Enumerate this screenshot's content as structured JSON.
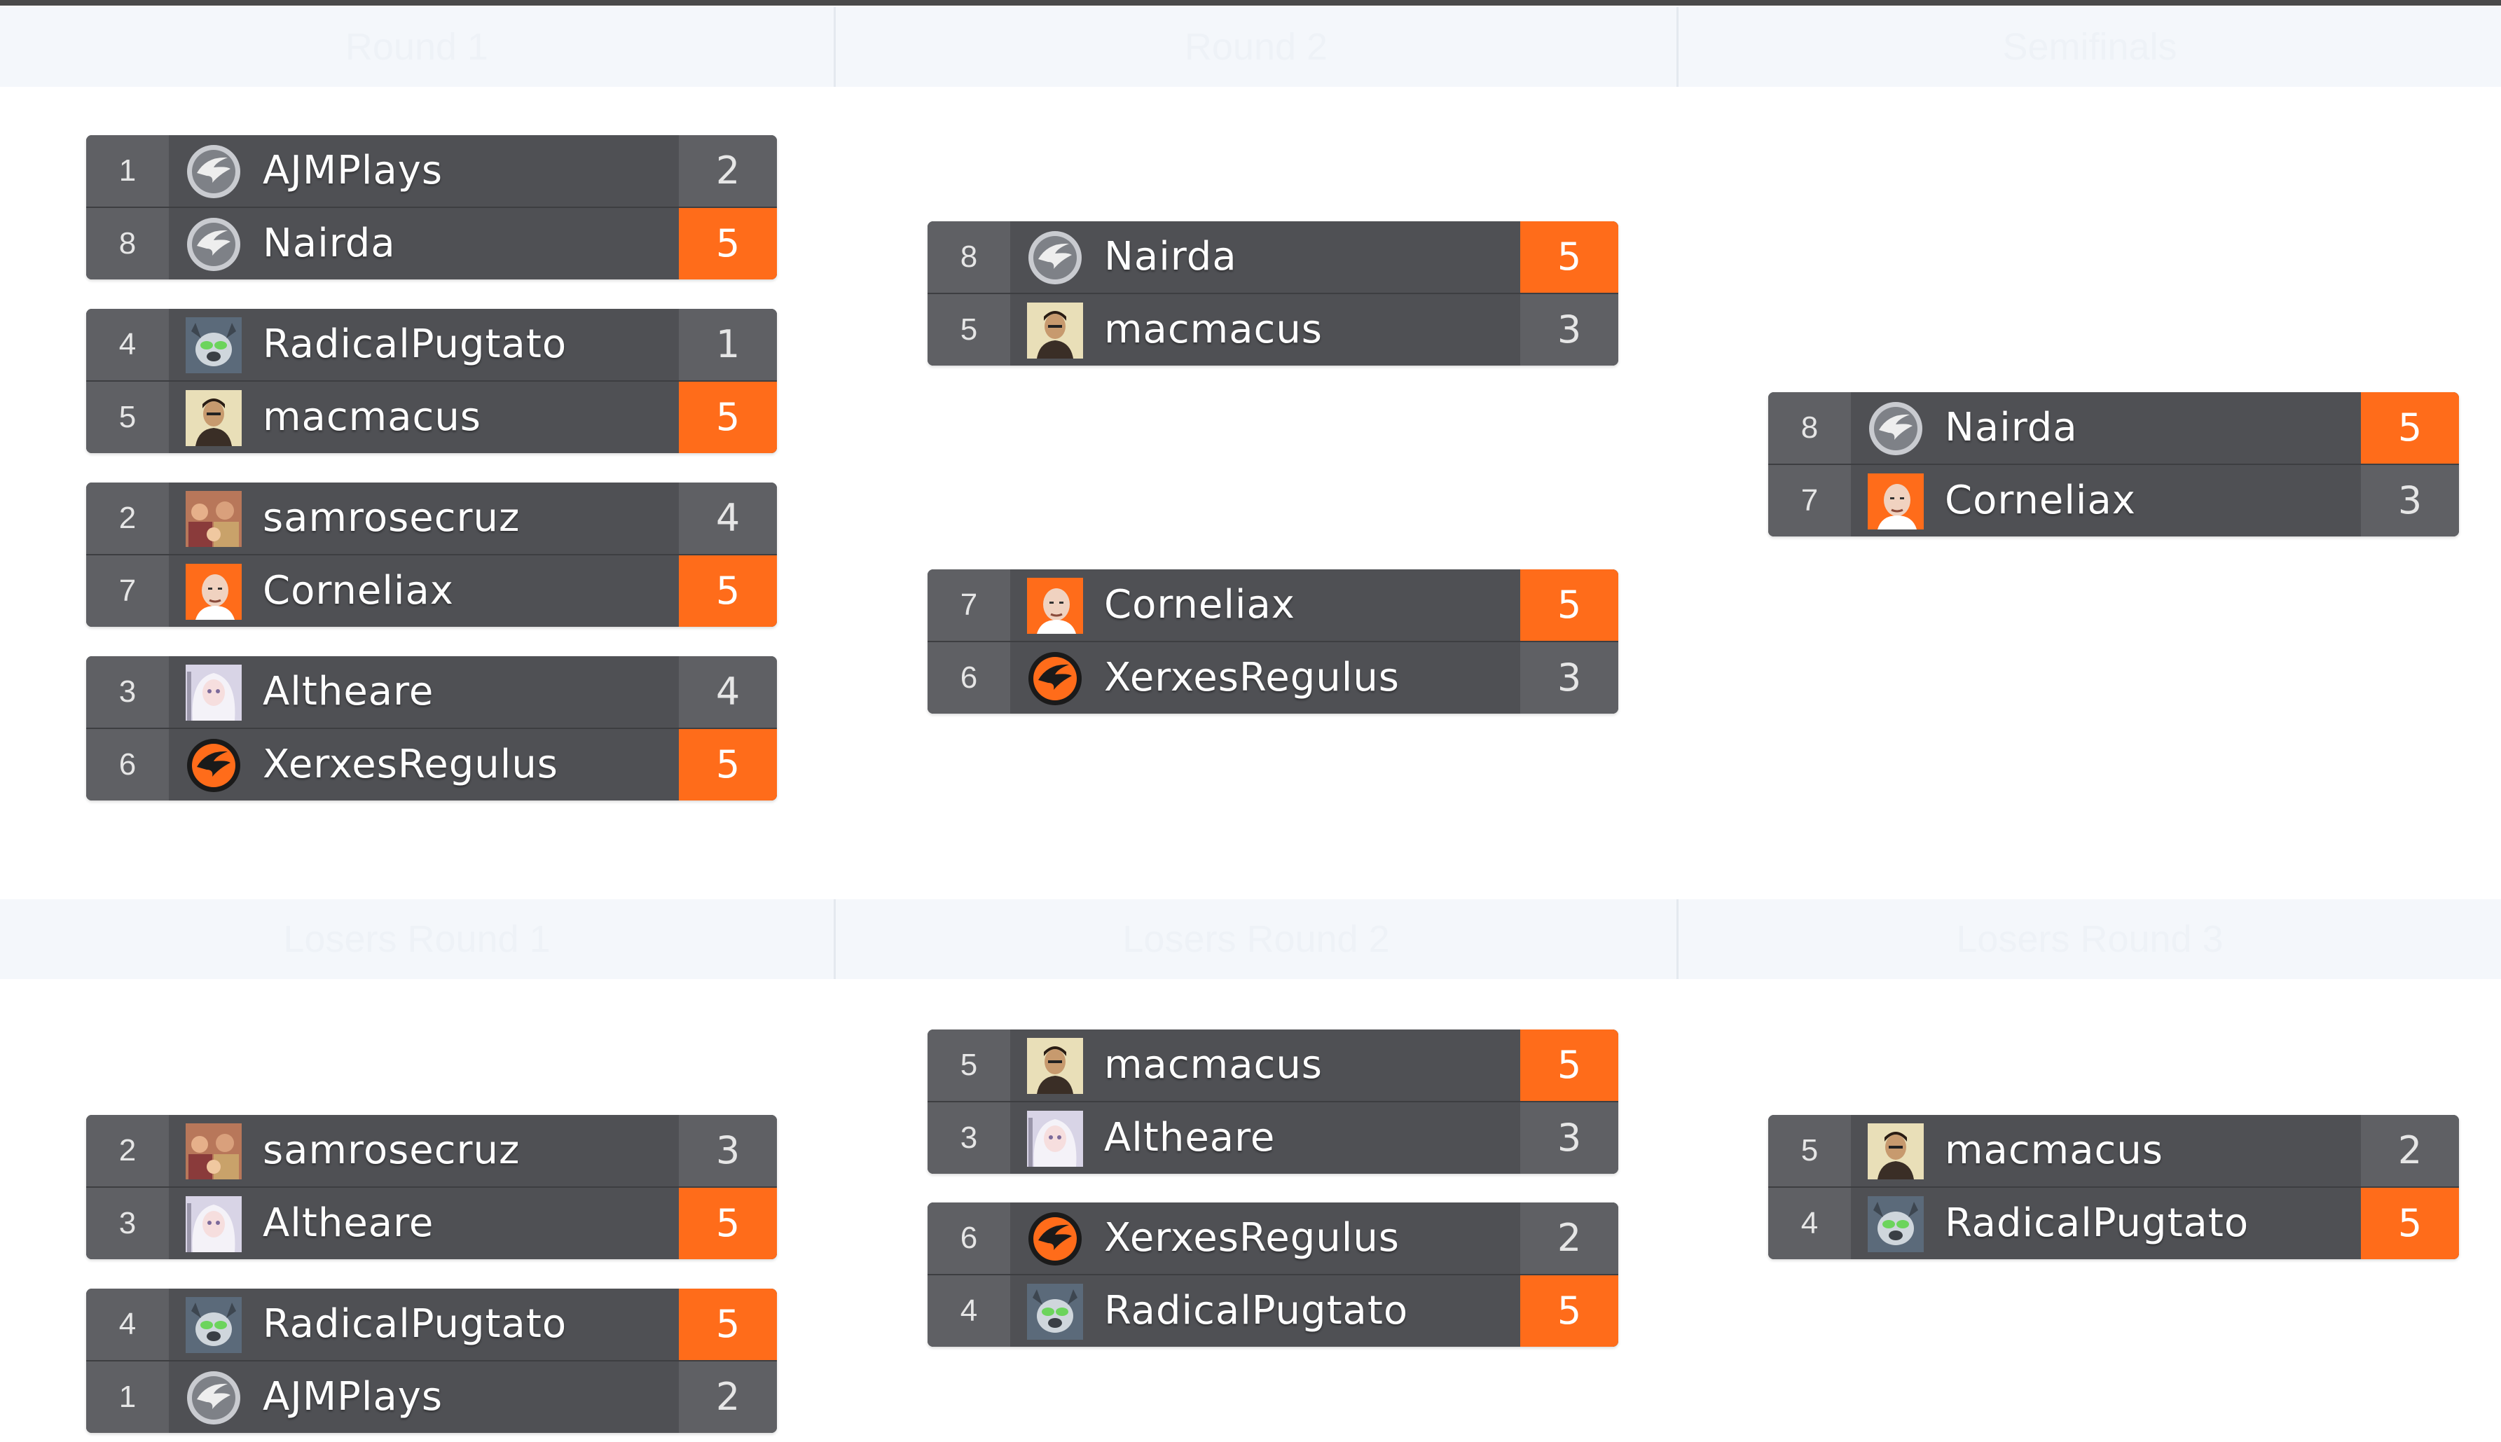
{
  "colors": {
    "win_score_bg": "#ff6c1a",
    "row_bg": "#4f5054",
    "seed_bg": "#5f6064",
    "header_bg": "#f4f7fb"
  },
  "headers": [
    {
      "label": "Round 1"
    },
    {
      "label": "Round 2"
    },
    {
      "label": "Semifinals"
    },
    {
      "label": "Losers Round 1"
    },
    {
      "label": "Losers Round 2"
    },
    {
      "label": "Losers Round 3"
    }
  ],
  "matches": [
    {
      "players": [
        {
          "seed": "1",
          "name": "AJMPlays",
          "score": "2",
          "winner": false,
          "icon": "logo-silver-icon"
        },
        {
          "seed": "8",
          "name": "Nairda",
          "score": "5",
          "winner": true,
          "icon": "logo-silver-icon"
        }
      ]
    },
    {
      "players": [
        {
          "seed": "4",
          "name": "RadicalPugtato",
          "score": "1",
          "winner": false,
          "icon": "pug-avatar-icon"
        },
        {
          "seed": "5",
          "name": "macmacus",
          "score": "5",
          "winner": true,
          "icon": "man-avatar-icon"
        }
      ]
    },
    {
      "players": [
        {
          "seed": "2",
          "name": "samrosecruz",
          "score": "4",
          "winner": false,
          "icon": "crowd-avatar-icon"
        },
        {
          "seed": "7",
          "name": "Corneliax",
          "score": "5",
          "winner": true,
          "icon": "bald-avatar-icon"
        }
      ]
    },
    {
      "players": [
        {
          "seed": "3",
          "name": "Altheare",
          "score": "4",
          "winner": false,
          "icon": "white-hair-avatar-icon"
        },
        {
          "seed": "6",
          "name": "XerxesRegulus",
          "score": "5",
          "winner": true,
          "icon": "logo-orange-icon"
        }
      ]
    },
    {
      "players": [
        {
          "seed": "8",
          "name": "Nairda",
          "score": "5",
          "winner": true,
          "icon": "logo-silver-icon"
        },
        {
          "seed": "5",
          "name": "macmacus",
          "score": "3",
          "winner": false,
          "icon": "man-avatar-icon"
        }
      ]
    },
    {
      "players": [
        {
          "seed": "7",
          "name": "Corneliax",
          "score": "5",
          "winner": true,
          "icon": "bald-avatar-icon"
        },
        {
          "seed": "6",
          "name": "XerxesRegulus",
          "score": "3",
          "winner": false,
          "icon": "logo-orange-icon"
        }
      ]
    },
    {
      "players": [
        {
          "seed": "8",
          "name": "Nairda",
          "score": "5",
          "winner": true,
          "icon": "logo-silver-icon"
        },
        {
          "seed": "7",
          "name": "Corneliax",
          "score": "3",
          "winner": false,
          "icon": "bald-avatar-icon"
        }
      ]
    },
    {
      "players": [
        {
          "seed": "2",
          "name": "samrosecruz",
          "score": "3",
          "winner": false,
          "icon": "crowd-avatar-icon"
        },
        {
          "seed": "3",
          "name": "Altheare",
          "score": "5",
          "winner": true,
          "icon": "white-hair-avatar-icon"
        }
      ]
    },
    {
      "players": [
        {
          "seed": "4",
          "name": "RadicalPugtato",
          "score": "5",
          "winner": true,
          "icon": "pug-avatar-icon"
        },
        {
          "seed": "1",
          "name": "AJMPlays",
          "score": "2",
          "winner": false,
          "icon": "logo-silver-icon"
        }
      ]
    },
    {
      "players": [
        {
          "seed": "5",
          "name": "macmacus",
          "score": "5",
          "winner": true,
          "icon": "man-avatar-icon"
        },
        {
          "seed": "3",
          "name": "Altheare",
          "score": "3",
          "winner": false,
          "icon": "white-hair-avatar-icon"
        }
      ]
    },
    {
      "players": [
        {
          "seed": "6",
          "name": "XerxesRegulus",
          "score": "2",
          "winner": false,
          "icon": "logo-orange-icon"
        },
        {
          "seed": "4",
          "name": "RadicalPugtato",
          "score": "5",
          "winner": true,
          "icon": "pug-avatar-icon"
        }
      ]
    },
    {
      "players": [
        {
          "seed": "5",
          "name": "macmacus",
          "score": "2",
          "winner": false,
          "icon": "man-avatar-icon"
        },
        {
          "seed": "4",
          "name": "RadicalPugtato",
          "score": "5",
          "winner": true,
          "icon": "pug-avatar-icon"
        }
      ]
    }
  ]
}
